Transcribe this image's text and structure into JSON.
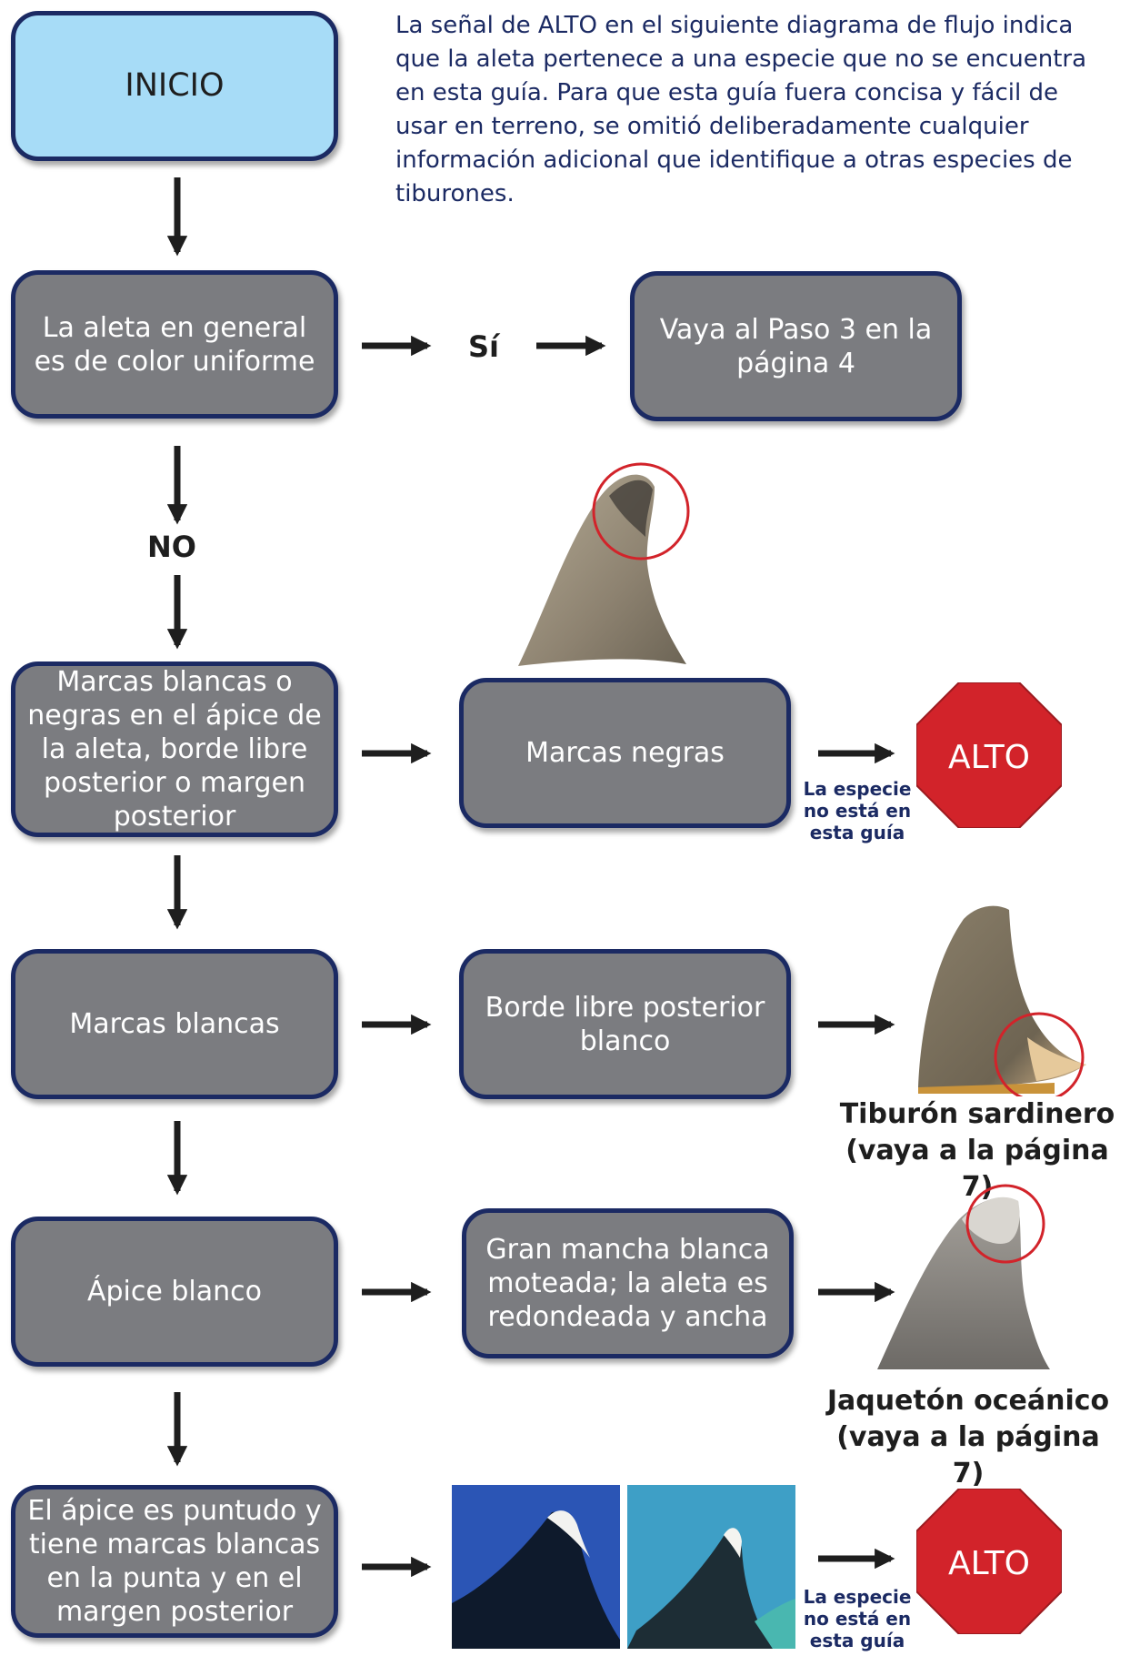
{
  "intro": "La señal de ALTO en el siguiente diagrama de flujo indica que la aleta pertenece a una especie que no se encuentra en esta guía. Para que esta guía fuera concisa y fácil de usar en terreno, se omitió deliberadamente cualquier información adicional que identifique a otras especies de tiburones.",
  "start": "INICIO",
  "q1": {
    "text": "La aleta en general es de color uniforme",
    "yes": "Sí",
    "yes_result": "Vaya al Paso 3 en la página 4",
    "no": "NO"
  },
  "q2": {
    "text": "Marcas blancas o negras en el ápice de la aleta, borde libre posterior o margen posterior",
    "option": "Marcas negras"
  },
  "stop": {
    "label": "ALTO",
    "note": "La especie no está en esta guía"
  },
  "q3": {
    "text": "Marcas blancas",
    "option": "Borde libre posterior blanco",
    "result_line1": "Tiburón sardinero",
    "result_line2": "(vaya a la página 7)"
  },
  "q4": {
    "text": "Ápice blanco",
    "option": "Gran mancha blanca moteada; la aleta es redondeada y ancha",
    "result_line1": "Jaquetón oceánico",
    "result_line2": "(vaya a la página 7)"
  },
  "q5": {
    "text": "El ápice es puntudo y tiene marcas blancas en la punta y en el margen posterior"
  },
  "colors": {
    "box_fill": "#7b7c80",
    "box_border": "#1b2a63",
    "start_fill": "#a7dcf7",
    "stop_red": "#d2232a",
    "text_blue": "#1b2a63"
  }
}
